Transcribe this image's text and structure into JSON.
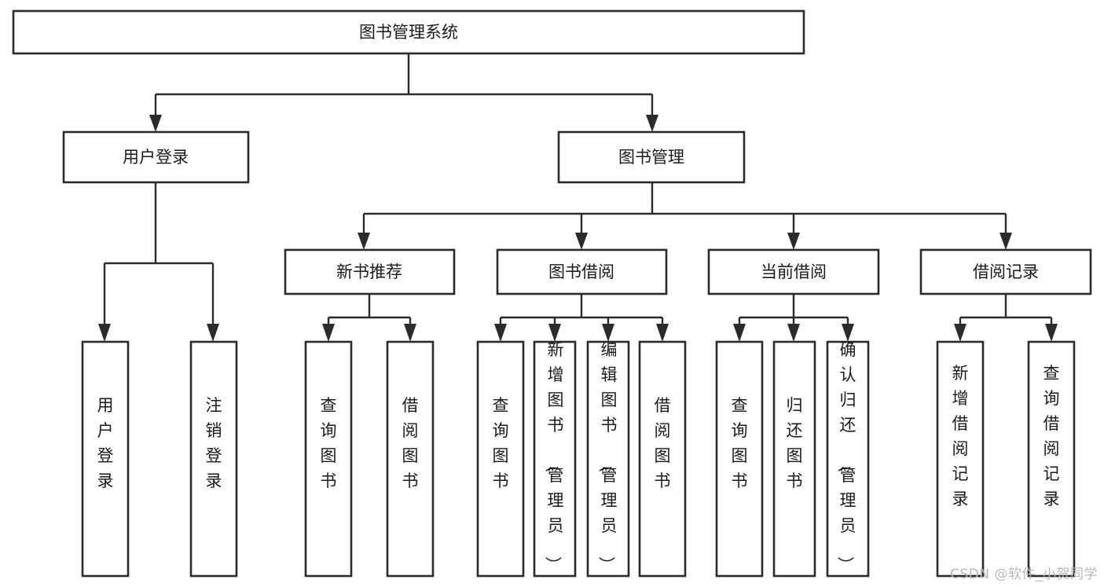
{
  "diagram": {
    "type": "tree",
    "title": "图书管理系统",
    "orientation": "top-down",
    "colors": {
      "box_fill": "#ffffff",
      "box_stroke": "#2b2b2b",
      "text": "#1a1a1a",
      "background": "#ffffff",
      "watermark": "#b9b9b9"
    },
    "levels": {
      "root": {
        "label": "图书管理系统"
      },
      "level2": [
        {
          "id": "user-login",
          "label": "用户登录"
        },
        {
          "id": "book-manage",
          "label": "图书管理"
        }
      ],
      "level3": [
        {
          "id": "new-book-rec",
          "label": "新书推荐",
          "parent": "book-manage"
        },
        {
          "id": "book-borrow",
          "label": "图书借阅",
          "parent": "book-manage"
        },
        {
          "id": "current-borrow",
          "label": "当前借阅",
          "parent": "book-manage"
        },
        {
          "id": "borrow-record",
          "label": "借阅记录",
          "parent": "book-manage"
        }
      ],
      "leaves": [
        {
          "id": "leaf-user-login",
          "label": "用户登录",
          "parent": "user-login"
        },
        {
          "id": "leaf-logout",
          "label": "注销登录",
          "parent": "user-login"
        },
        {
          "id": "leaf-query-book-1",
          "label": "查询图书",
          "parent": "new-book-rec"
        },
        {
          "id": "leaf-borrow-book-1",
          "label": "借阅图书",
          "parent": "new-book-rec"
        },
        {
          "id": "leaf-query-book-2",
          "label": "查询图书",
          "parent": "book-borrow"
        },
        {
          "id": "leaf-add-book",
          "label": "新增图书（管理员）",
          "parent": "book-borrow"
        },
        {
          "id": "leaf-edit-book",
          "label": "编辑图书（管理员）",
          "parent": "book-borrow"
        },
        {
          "id": "leaf-borrow-book-2",
          "label": "借阅图书",
          "parent": "book-borrow"
        },
        {
          "id": "leaf-query-book-3",
          "label": "查询图书",
          "parent": "current-borrow"
        },
        {
          "id": "leaf-return-book",
          "label": "归还图书",
          "parent": "current-borrow"
        },
        {
          "id": "leaf-confirm-return",
          "label": "确认归还（管理员）",
          "parent": "current-borrow"
        },
        {
          "id": "leaf-add-record",
          "label": "新增借阅记录",
          "parent": "borrow-record"
        },
        {
          "id": "leaf-query-record",
          "label": "查询借阅记录",
          "parent": "borrow-record"
        }
      ]
    }
  },
  "watermark": {
    "text": "CSDN @软件_小贺同学"
  }
}
